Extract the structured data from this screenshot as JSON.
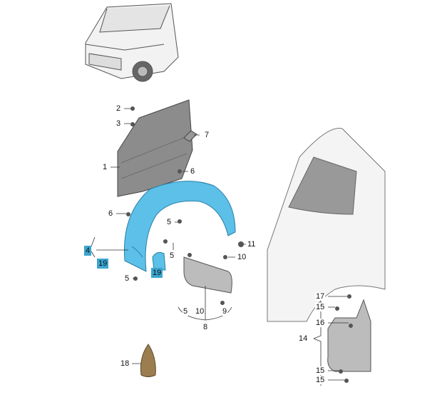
{
  "title": "Front fender, wheel housing liner and mud flaps",
  "colors": {
    "highlight": "#3aa6cf",
    "liner": "#5cc0e8",
    "panel": "#8a8a8a",
    "line": "#333333"
  },
  "labels": [
    "1",
    "2",
    "3",
    "7",
    "6",
    "6",
    "5",
    "5",
    "4",
    "19",
    "19",
    "5",
    "11",
    "10",
    "5",
    "10",
    "9",
    "8",
    "17",
    "15",
    "16",
    "14",
    "15",
    "15",
    "18"
  ]
}
